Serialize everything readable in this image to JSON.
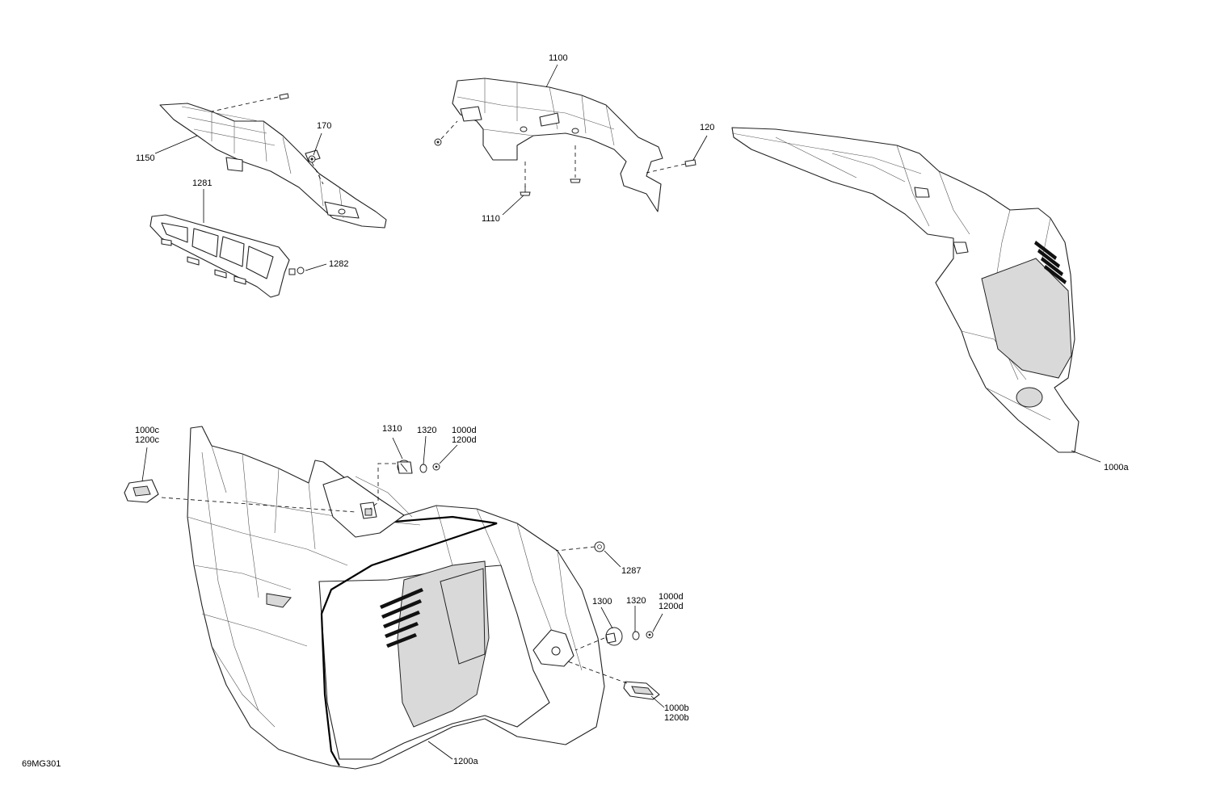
{
  "diagram_code": "69MG301",
  "callouts": {
    "c1100": "1100",
    "c1150": "1150",
    "c170": "170",
    "c1281": "1281",
    "c1282": "1282",
    "c120": "120",
    "c1110": "1110",
    "c1000a": "1000a",
    "c1000c": "1000c",
    "c1200c": "1200c",
    "c1310": "1310",
    "c1320_top": "1320",
    "c1000d_top": "1000d",
    "c1200d_top": "1200d",
    "c1287": "1287",
    "c1300": "1300",
    "c1320_bottom": "1320",
    "c1000d_bottom": "1000d",
    "c1200d_bottom": "1200d",
    "c1000b": "1000b",
    "c1200b": "1200b",
    "c1200a": "1200a"
  }
}
